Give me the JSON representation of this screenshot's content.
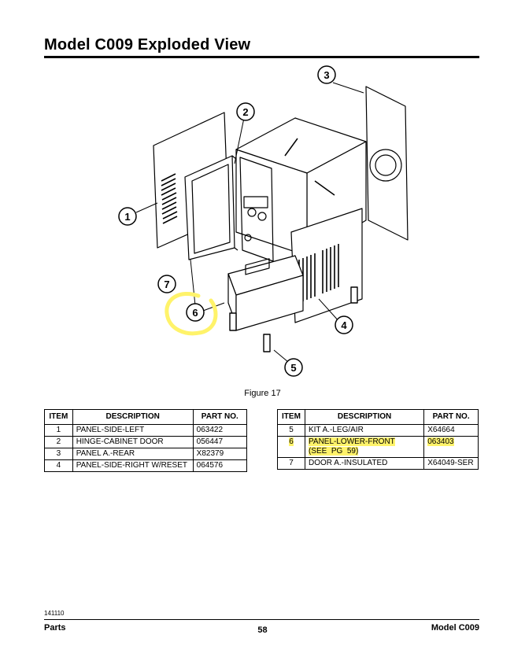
{
  "header": {
    "title": "Model C009 Exploded View"
  },
  "diagram": {
    "callouts": [
      "1",
      "2",
      "3",
      "4",
      "5",
      "6",
      "7"
    ],
    "caption": "Figure 17",
    "highlight_color": "#fff36a"
  },
  "table_left": {
    "headers": [
      "ITEM",
      "DESCRIPTION",
      "PART NO."
    ],
    "rows": [
      {
        "item": "1",
        "description": "PANEL-SIDE-LEFT",
        "part_no": "063422"
      },
      {
        "item": "2",
        "description": "HINGE-CABINET DOOR",
        "part_no": "056447"
      },
      {
        "item": "3",
        "description": "PANEL A.-REAR",
        "part_no": "X82379"
      },
      {
        "item": "4",
        "description": "PANEL-SIDE-RIGHT W/RESET",
        "part_no": "064576"
      }
    ]
  },
  "table_right": {
    "headers": [
      "ITEM",
      "DESCRIPTION",
      "PART NO."
    ],
    "rows": [
      {
        "item": "5",
        "description": "KIT A.-LEG/AIR",
        "part_no": "X64664"
      },
      {
        "item": "6",
        "description": "PANEL-LOWER-FRONT",
        "description_2": "(SEE  PG  59)",
        "part_no": "063403"
      },
      {
        "item": "7",
        "description": "DOOR A.-INSULATED",
        "part_no": "X64049-SER"
      }
    ]
  },
  "footer": {
    "code": "141110",
    "left": "Parts",
    "page": "58",
    "right": "Model C009"
  }
}
